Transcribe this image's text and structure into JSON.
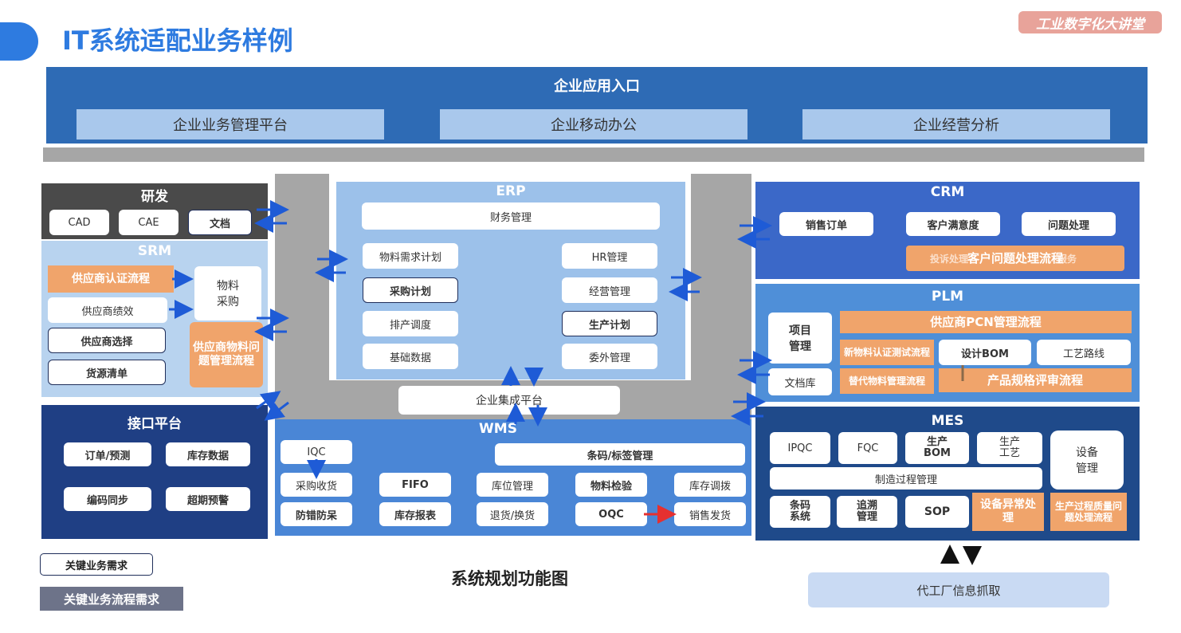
{
  "page": {
    "title": "IT系统适配业务样例",
    "brand": "工业数字化大讲堂",
    "caption": "系统规划功能图"
  },
  "top": {
    "title": "企业应用入口",
    "items": [
      "企业业务管理平台",
      "企业移动办公",
      "企业经营分析"
    ]
  },
  "rd": {
    "title": "研发",
    "items": [
      "CAD",
      "CAE",
      "文档"
    ]
  },
  "srm": {
    "title": "SRM",
    "flow1": "供应商认证流程",
    "perf": "供应商绩效",
    "select": "供应商选择",
    "source": "货源清单",
    "purchase": "物料\n采购",
    "flow2": "供应商物料问题管理流程"
  },
  "iface": {
    "title": "接口平台",
    "items": [
      "订单/预测",
      "库存数据",
      "编码同步",
      "超期预警"
    ]
  },
  "erp": {
    "title": "ERP",
    "finance": "财务管理",
    "left": [
      "物料需求计划",
      "采购计划",
      "排产调度",
      "基础数据"
    ],
    "right": [
      "HR管理",
      "经营管理",
      "生产计划",
      "委外管理"
    ]
  },
  "integ": "企业集成平台",
  "wms": {
    "title": "WMS",
    "iqc": "IQC",
    "barcode": "条码/标签管理",
    "row1": [
      "采购收货",
      "FIFO",
      "库位管理",
      "物料检验",
      "库存调拨"
    ],
    "row2": [
      "防错防呆",
      "库存报表",
      "退货/换货",
      "OQC",
      "销售发货"
    ]
  },
  "crm": {
    "title": "CRM",
    "items": [
      "销售订单",
      "客户满意度",
      "问题处理"
    ],
    "ghost1": "投诉处理",
    "ghost2": "服务",
    "flow": "客户问题处理流程"
  },
  "plm": {
    "title": "PLM",
    "project": "项目\n管理",
    "doclib": "文档库",
    "pcn": "供应商PCN管理流程",
    "newmat": "新物料认证测试流程",
    "altmat": "替代物料管理流程",
    "bom": "设计BOM",
    "route": "工艺路线",
    "spec": "产品规格评审流程"
  },
  "mes": {
    "title": "MES",
    "ipqc": "IPQC",
    "fqc": "FQC",
    "bom": "生产\nBOM",
    "craft": "生产\n工艺",
    "equip": "设备\n管理",
    "proc": "制造过程管理",
    "barcode": "条码\n系统",
    "trace": "追溯\n管理",
    "sop": "SOP",
    "equipflow": "设备异常处理",
    "qflow": "生产过程质量问题处理流程"
  },
  "oem": "代工厂信息抓取",
  "legend": {
    "key_req": "关键业务需求",
    "key_flow": "关键业务流程需求"
  },
  "colors": {
    "title_blue": "#2e7be0",
    "top_bar": "#2e6bb5",
    "dark_section": "#1f3f84",
    "crm_blue": "#3b68c8",
    "plm_blue": "#4f8fd8",
    "mes_navy": "#1f4a8a",
    "orange": "#f0a46b"
  }
}
